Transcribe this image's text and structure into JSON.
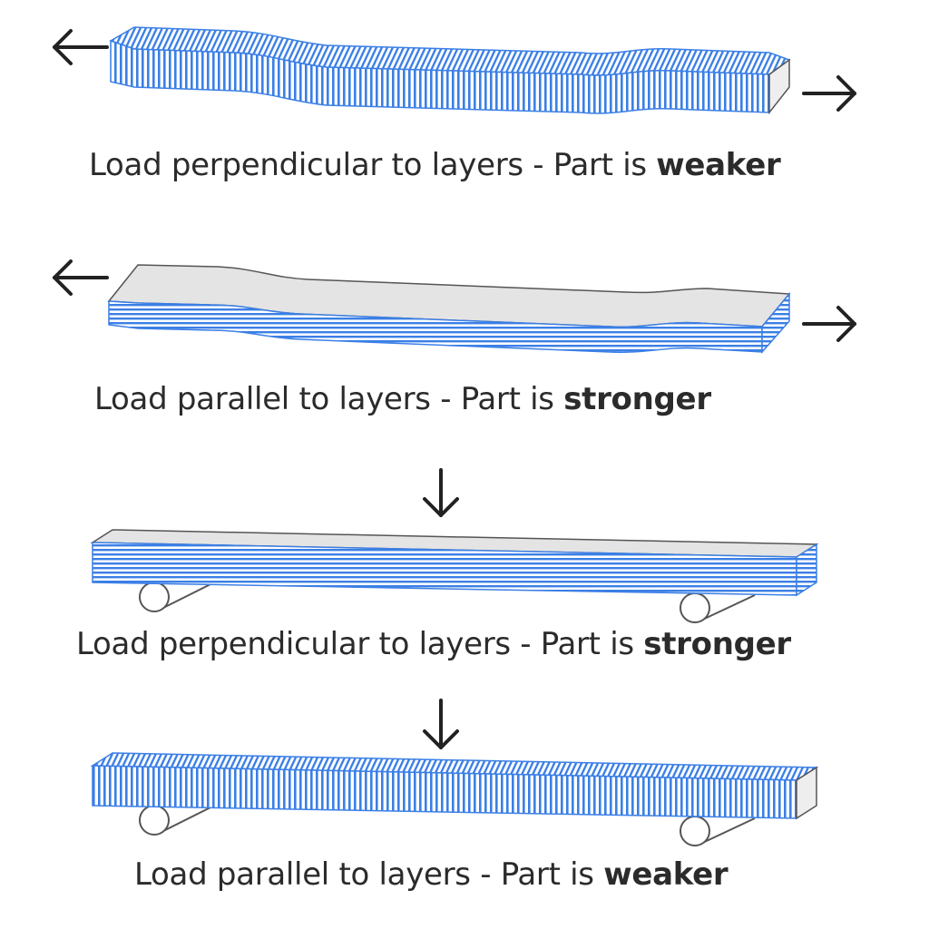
{
  "colors": {
    "layer_blue": "#3b7fe6",
    "face_grey": "#e4e4e4",
    "outline": "#555555",
    "arrow": "#222222",
    "text": "#2b2b2b"
  },
  "panels": [
    {
      "test": "tensile",
      "layer_orientation": "vertical-stripes",
      "caption": {
        "prefix": "Load perpendicular to layers - Part is ",
        "result": "weaker"
      }
    },
    {
      "test": "tensile",
      "layer_orientation": "horizontal-layers",
      "caption": {
        "prefix": "Load parallel to layers - Part is ",
        "result": "stronger"
      }
    },
    {
      "test": "bending",
      "layer_orientation": "horizontal-layers",
      "caption": {
        "prefix": "Load perpendicular to layers - Part is ",
        "result": "stronger"
      }
    },
    {
      "test": "bending",
      "layer_orientation": "vertical-stripes",
      "caption": {
        "prefix": "Load parallel to layers - Part is ",
        "result": "weaker"
      }
    }
  ]
}
